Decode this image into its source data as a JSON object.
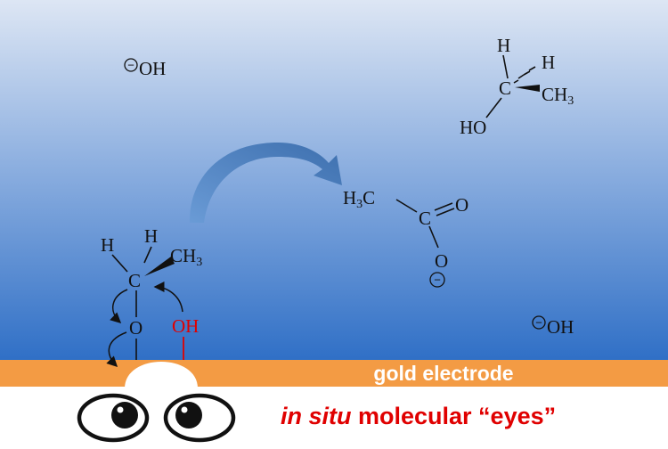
{
  "species": {
    "hydroxide": "OH",
    "charge_symbol": "−",
    "ethanol_free": {
      "h": "H",
      "c": "C",
      "ch3": "CH",
      "ch3_sub": "3",
      "ho": "HO"
    },
    "ethanol_adsorbed": {
      "h": "H",
      "c": "C",
      "ch3": "CH",
      "ch3_sub": "3",
      "o": "O",
      "oh": "OH"
    },
    "acetate": {
      "h3": "H",
      "h3_sub": "3",
      "c_left": "C",
      "c": "C",
      "o": "O"
    }
  },
  "electrode": {
    "label": "gold electrode"
  },
  "caption": {
    "italic": "in situ",
    "rest": " molecular “eyes”"
  },
  "colors": {
    "background_top": "#dde6f4",
    "background_bottom": "#2f6fc6",
    "electrode": "#f39b44",
    "arrow": "#4a7fbf",
    "highlight": "#e00000"
  }
}
